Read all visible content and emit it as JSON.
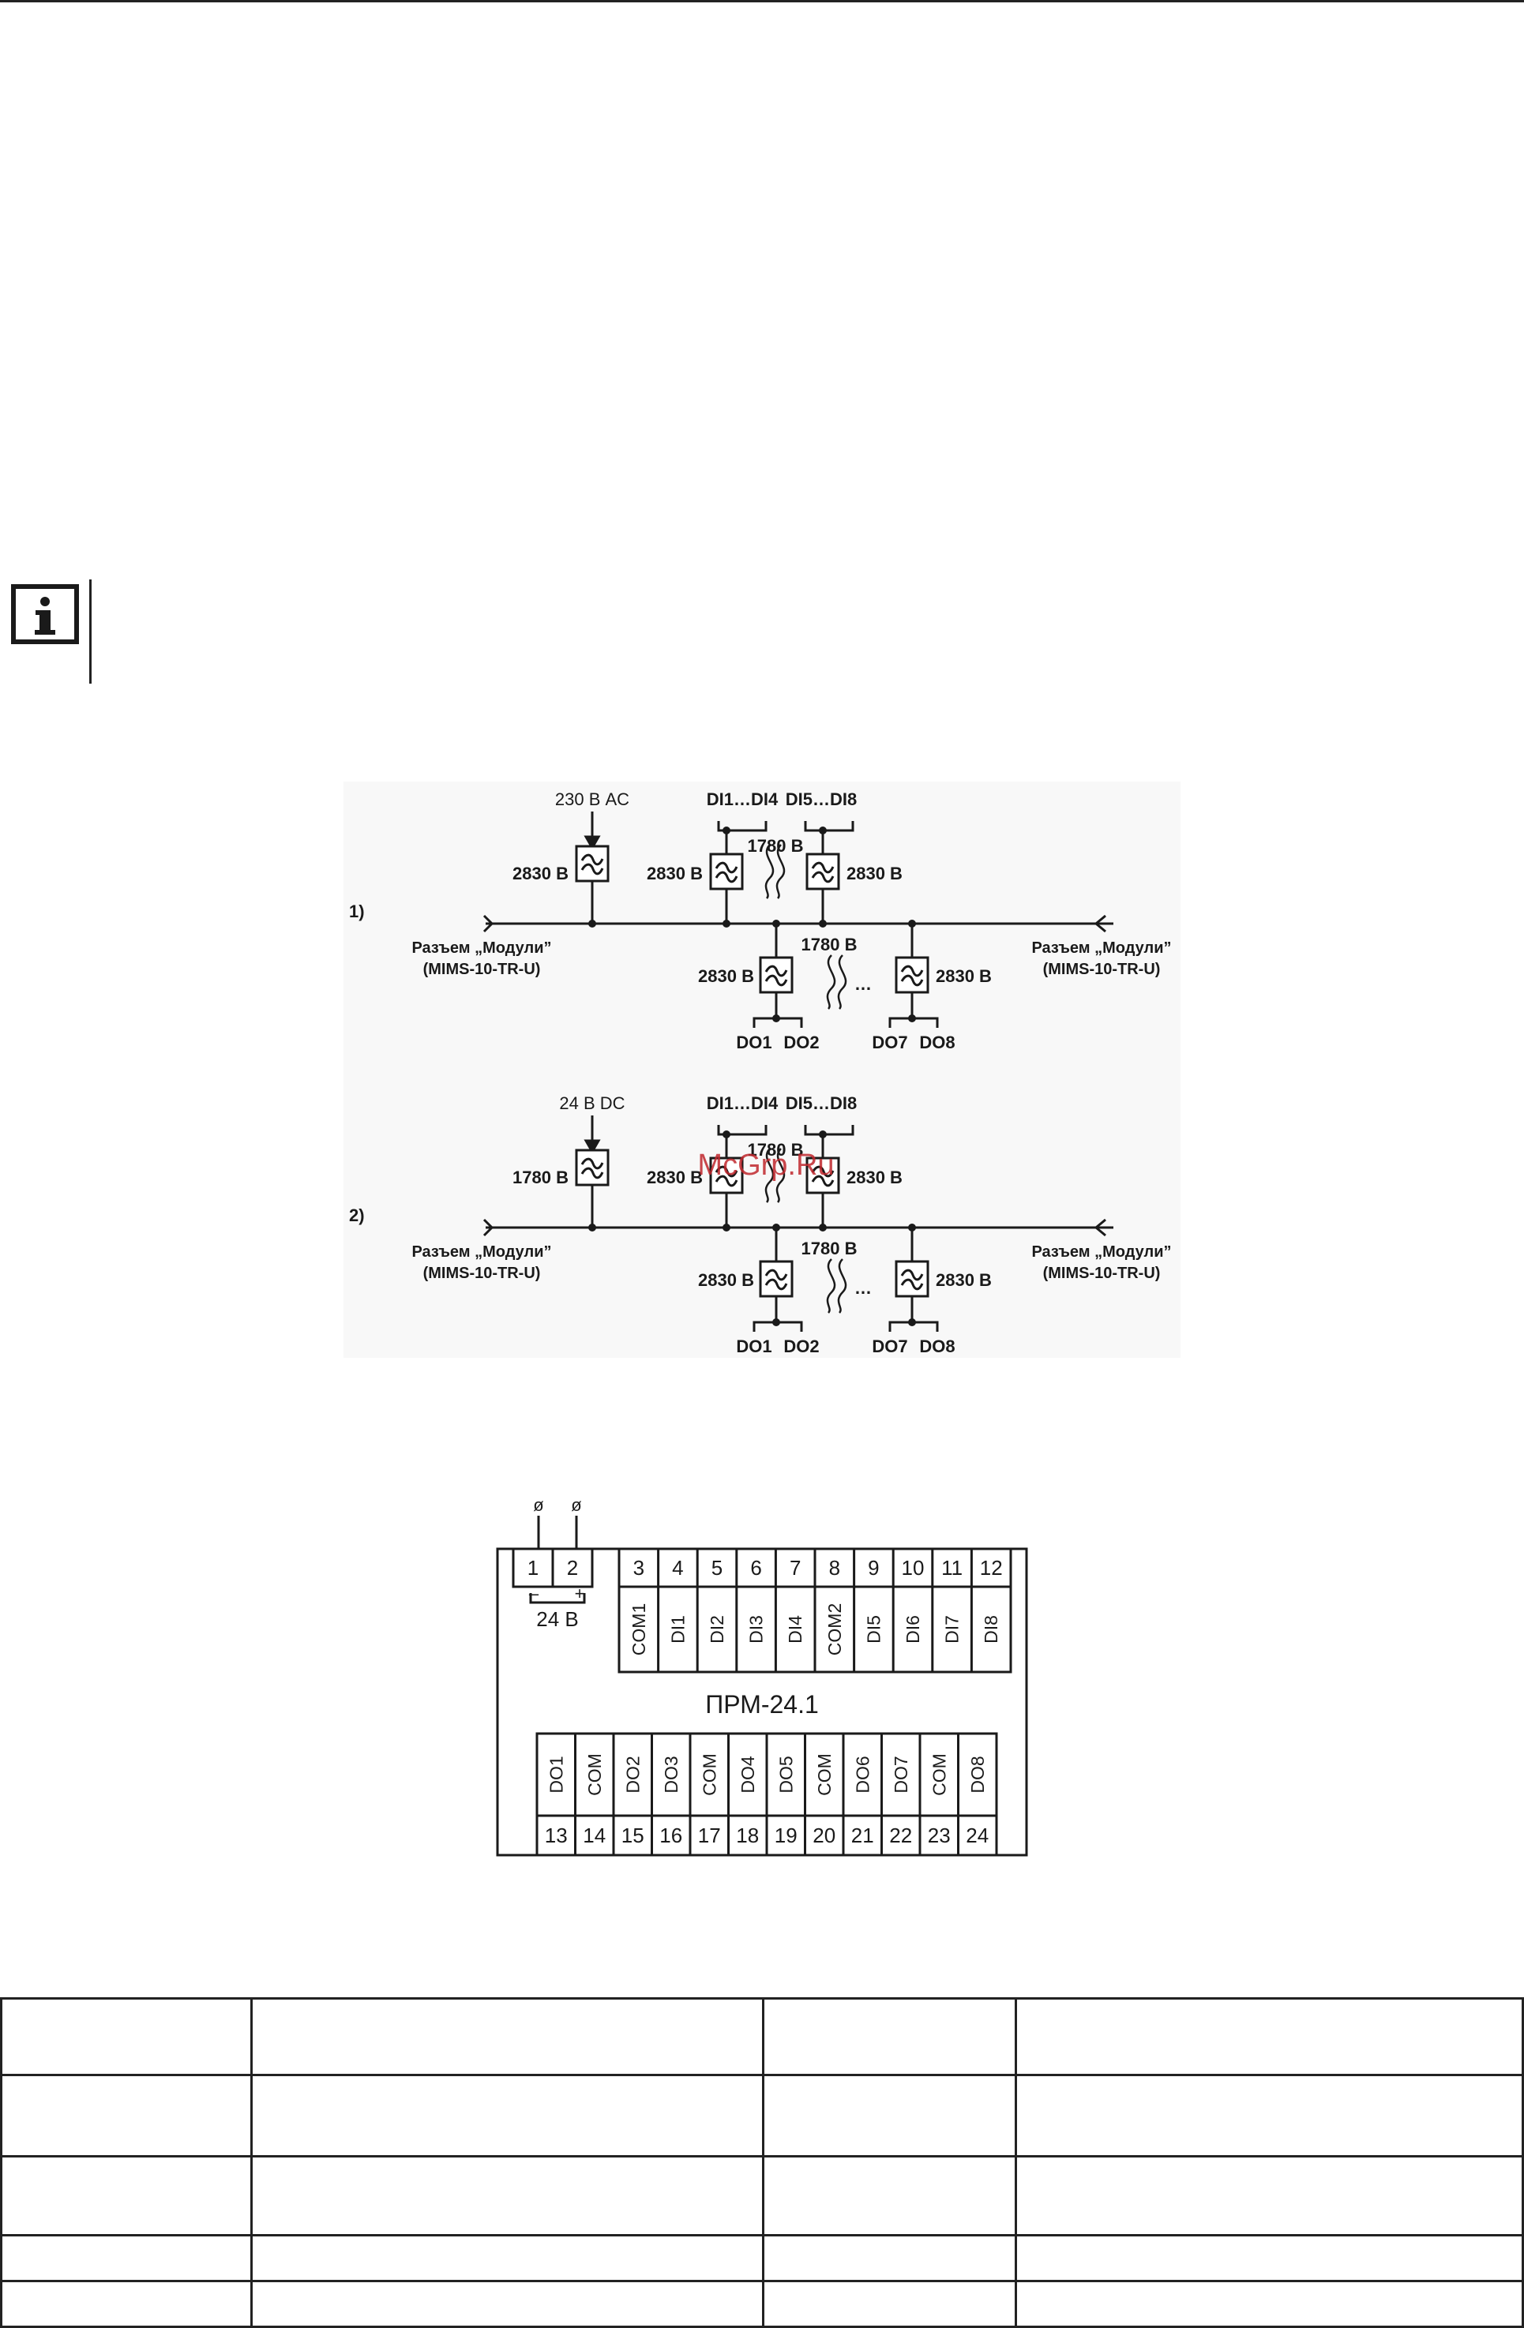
{
  "diagram1": {
    "label": "1)",
    "supply": "230 В AC",
    "supply_iso": "2830 В",
    "di_group1": "DI1…DI4",
    "di_group2": "DI5…DI8",
    "di_iso1": "2830 В",
    "di_iso2": "2830 В",
    "di_between": "1780 В",
    "do_between": "1780 В",
    "do_iso1": "2830 В",
    "do_iso2": "2830 В",
    "do_a1": "DO1",
    "do_a2": "DO2",
    "do_b1": "DO7",
    "do_b2": "DO8",
    "ellipsis": "…",
    "conn_left_1": "Разъем „Модули”",
    "conn_left_2": "(MIMS-10-TR-U)",
    "conn_right_1": "Разъем „Модули”",
    "conn_right_2": "(MIMS-10-TR-U)"
  },
  "diagram2": {
    "label": "2)",
    "supply": "24 В DC",
    "supply_iso": "1780 В",
    "di_group1": "DI1…DI4",
    "di_group2": "DI5…DI8",
    "di_iso1": "2830 В",
    "di_iso2": "2830 В",
    "di_between": "1780 В",
    "do_between": "1780 В",
    "do_iso1": "2830 В",
    "do_iso2": "2830 В",
    "do_a1": "DO1",
    "do_a2": "DO2",
    "do_b1": "DO7",
    "do_b2": "DO8",
    "ellipsis": "…",
    "conn_left_1": "Разъем „Модули”",
    "conn_left_2": "(MIMS-10-TR-U)",
    "conn_right_1": "Разъем „Модули”",
    "conn_right_2": "(MIMS-10-TR-U)"
  },
  "watermark": "McGrp.Ru",
  "terminal_block": {
    "device": "ПРМ-24.1",
    "power_label": "24 В",
    "minus": "–",
    "plus": "+",
    "wire_symbol": "ø",
    "top_numbers": [
      "1",
      "2",
      "3",
      "4",
      "5",
      "6",
      "7",
      "8",
      "9",
      "10",
      "11",
      "12"
    ],
    "top_signals": [
      "COM1",
      "DI1",
      "DI2",
      "DI3",
      "DI4",
      "COM2",
      "DI5",
      "DI6",
      "DI7",
      "DI8"
    ],
    "bottom_numbers": [
      "13",
      "14",
      "15",
      "16",
      "17",
      "18",
      "19",
      "20",
      "21",
      "22",
      "23",
      "24"
    ],
    "bottom_signals": [
      "DO1",
      "COM",
      "DO2",
      "DO3",
      "COM",
      "DO4",
      "DO5",
      "COM",
      "DO6",
      "DO7",
      "COM",
      "DO8"
    ]
  },
  "colors": {
    "line": "#1a1a1a",
    "figure_bg": "#f8f8f8",
    "watermark": "#c0282d"
  }
}
